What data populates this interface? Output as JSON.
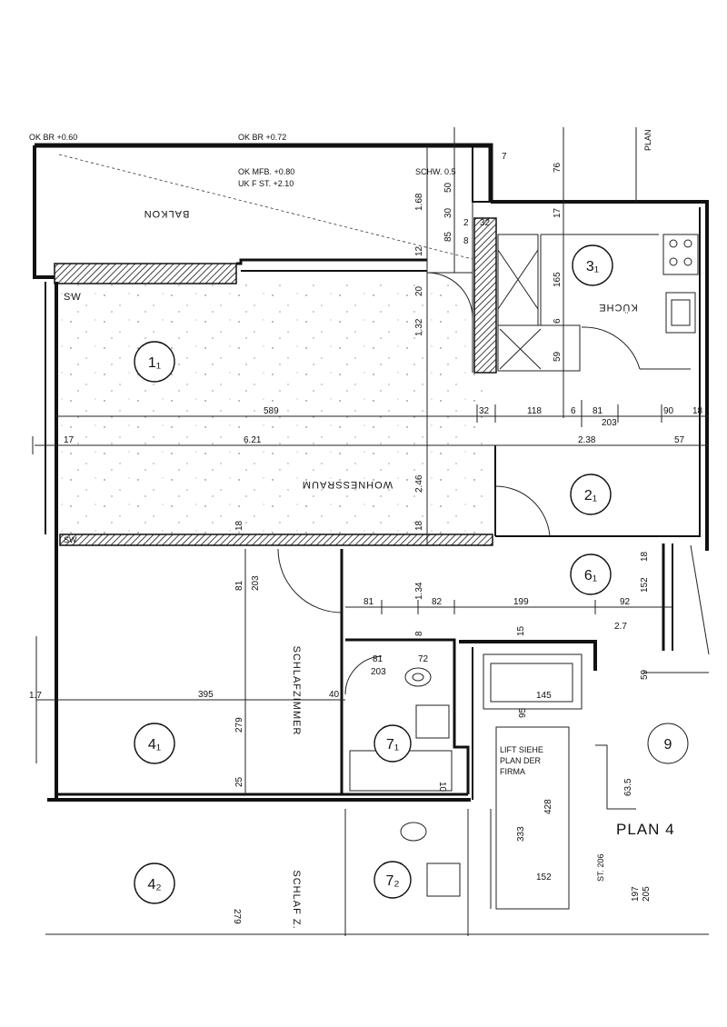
{
  "header_marks": {
    "ok_br_left": "OK BR +0.60",
    "ok_br_mid": "OK BR +0.72",
    "ok_mfb": "OK MFB. +0.80",
    "uk_fst": "UK F ST. +2.10",
    "schw": "SCHW. 0.5",
    "plan_top": "PLAN"
  },
  "rooms": {
    "balkon": "BALKON",
    "kueche": "KÜCHE",
    "wohnessraum": "WOHNESSRAUM",
    "schlafzimmer": "SCHLAFZIMMER",
    "schlafz": "SCHLAF Z.",
    "sw_top": "SW",
    "sw_bottom": "SW"
  },
  "room_numbers": {
    "r1": "1₁",
    "r2": "2₁",
    "r3": "3₁",
    "r4": "4₁",
    "r4b": "4₂",
    "r6": "6₁",
    "r7": "7₁",
    "r7b": "7₂",
    "r9": "9"
  },
  "lift_note": {
    "line1": "LIFT SIEHE",
    "line2": "PLAN DER",
    "line3": "FIRMA"
  },
  "plan_label": "PLAN 4",
  "stair": "ST. 206",
  "dims": {
    "d589": "589",
    "d621": "6.21",
    "d17": "17",
    "d238": "2.38",
    "d57": "57",
    "d32a": "32",
    "d118": "118",
    "d6a": "6",
    "d81a": "81",
    "d90": "90",
    "d18a": "18",
    "d203a": "203",
    "d246": "2.46",
    "d168": "1.68",
    "d132": "1.32",
    "d20": "20",
    "d12": "12",
    "d50": "50",
    "d30": "30",
    "d85": "85",
    "d2": "2",
    "d32b": "32",
    "d8": "8",
    "d76": "76",
    "d17b": "17",
    "d165": "165",
    "d6b": "6",
    "d59": "59",
    "d18b": "18",
    "d18c": "18",
    "d18d": "18",
    "d81b": "81",
    "d203b": "203",
    "d81c": "81",
    "d134": "1.34",
    "d82": "82",
    "d199": "199",
    "d92": "92",
    "d152": "152",
    "d8b": "8",
    "d15": "15",
    "d81d": "81",
    "d72": "72",
    "d203c": "203",
    "d395": "395",
    "d279": "279",
    "d25": "25",
    "d40": "40",
    "d145": "145",
    "d95": "95",
    "d59b": "59",
    "d333": "333",
    "d428": "428",
    "d152b": "152",
    "d635": "63.5",
    "d197": "197",
    "d205": "205",
    "d279b": "279",
    "d7": "7",
    "d10": "10",
    "d1_7": "1.7",
    "d2_7": "2.7"
  }
}
